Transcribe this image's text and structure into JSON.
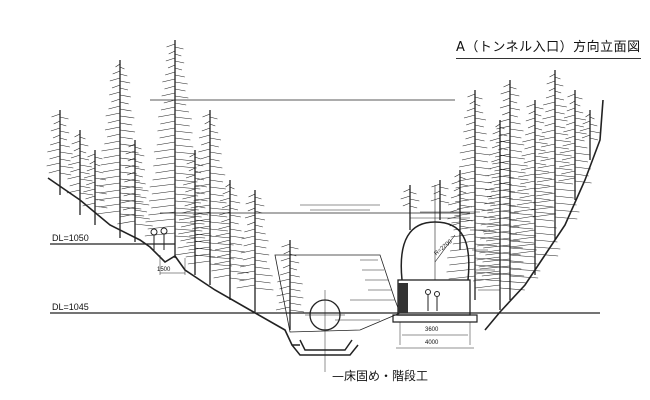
{
  "title": "A（トンネル入口）方向立面図",
  "levels": {
    "upper": "DL=1050",
    "lower": "DL=1045"
  },
  "caption": "床固め・階段工",
  "dimensions": {
    "step_width": "1500",
    "arch_radius": "R=2200",
    "inner_width": "3600",
    "outer_width": "4000"
  }
}
